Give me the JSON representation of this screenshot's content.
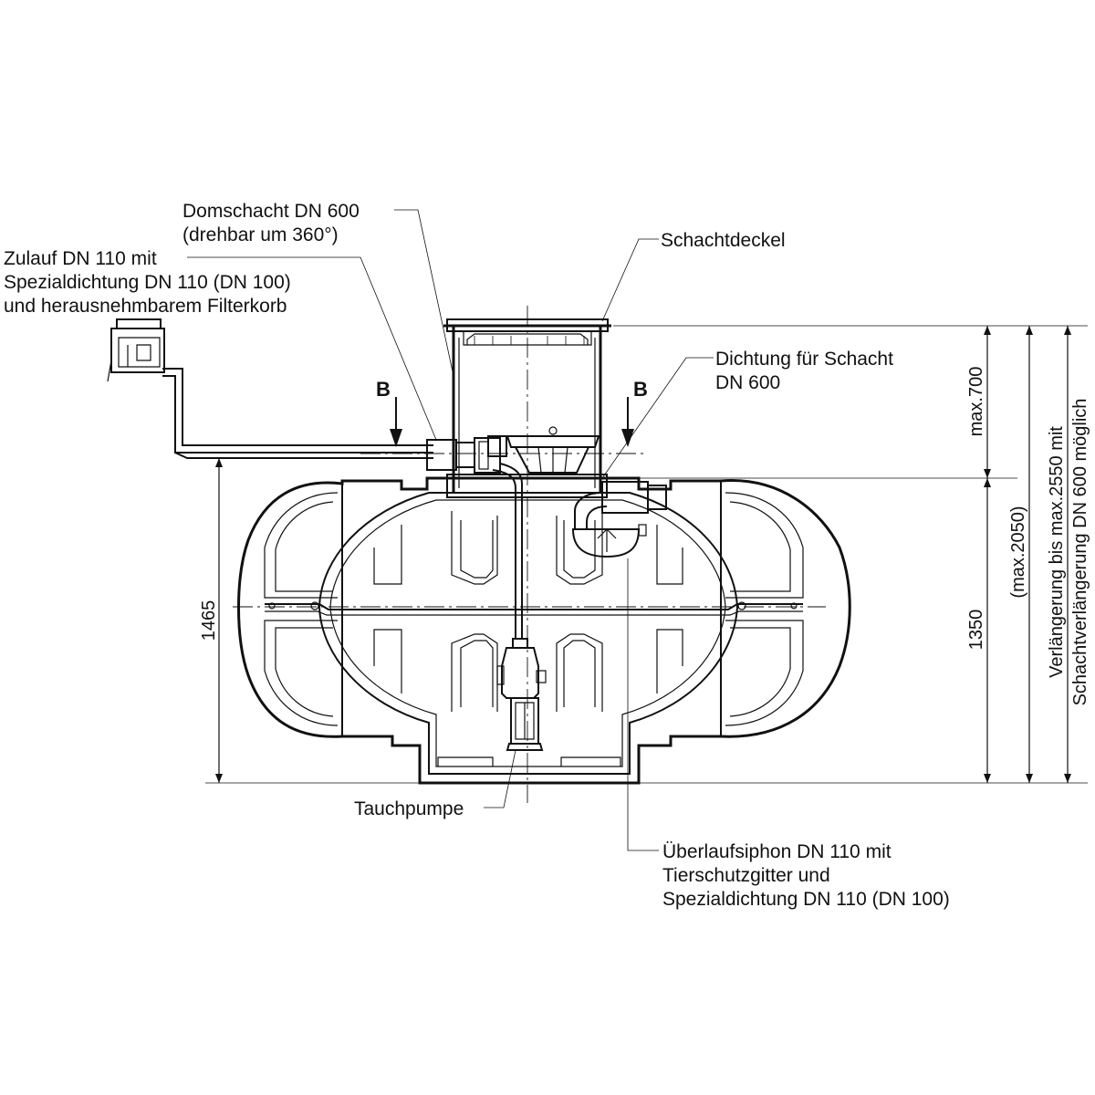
{
  "labels": {
    "domschacht_line1": "Domschacht DN 600",
    "domschacht_line2": "(drehbar um 360°)",
    "schachtdeckel": "Schachtdeckel",
    "zulauf_line1": "Zulauf DN 110 mit",
    "zulauf_line2": "Spezialdichtung DN 110 (DN 100)",
    "zulauf_line3": "und herausnehmbarem Filterkorb",
    "dichtung_line1": "Dichtung für Schacht",
    "dichtung_line2": "DN 600",
    "section_left": "B",
    "section_right": "B",
    "tauchpumpe": "Tauchpumpe",
    "ueberlauf_line1": "Überlaufsiphon DN 110 mit",
    "ueberlauf_line2": "Tierschutzgitter und",
    "ueberlauf_line3": "Spezialdichtung DN 110 (DN 100)"
  },
  "dimensions": {
    "height_left": "1465",
    "shaft_max": "max.700",
    "tank_height_right": "1350",
    "total_max": "(max.2050)",
    "extension_line1": "Verlängerung bis max.2550 mit",
    "extension_line2": "Schachtverlängerung DN 600 möglich"
  }
}
